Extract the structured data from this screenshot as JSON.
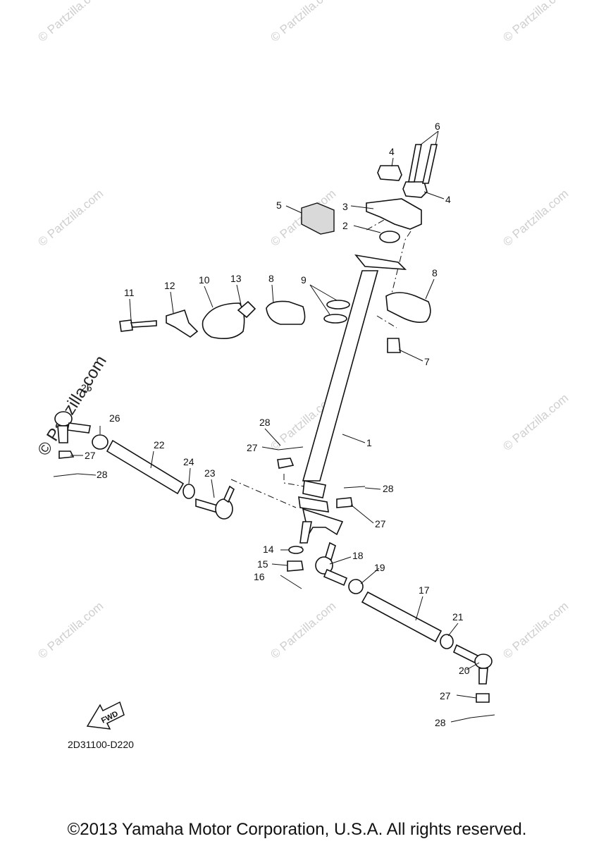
{
  "watermark": {
    "text": "© Partzilla.com",
    "prominent_text": "© Partzilla.com"
  },
  "fwd_label": "FWD",
  "diagram_code": "2D31100-D220",
  "copyright": "©2013 Yamaha Motor Corporation, U.S.A. All rights reserved.",
  "callouts": [
    "1",
    "2",
    "3",
    "4",
    "4",
    "5",
    "6",
    "7",
    "8",
    "8",
    "9",
    "10",
    "11",
    "12",
    "13",
    "14",
    "15",
    "16",
    "17",
    "18",
    "19",
    "20",
    "21",
    "22",
    "23",
    "24",
    "25",
    "26",
    "27",
    "27",
    "27",
    "27",
    "28",
    "28",
    "28",
    "28"
  ]
}
